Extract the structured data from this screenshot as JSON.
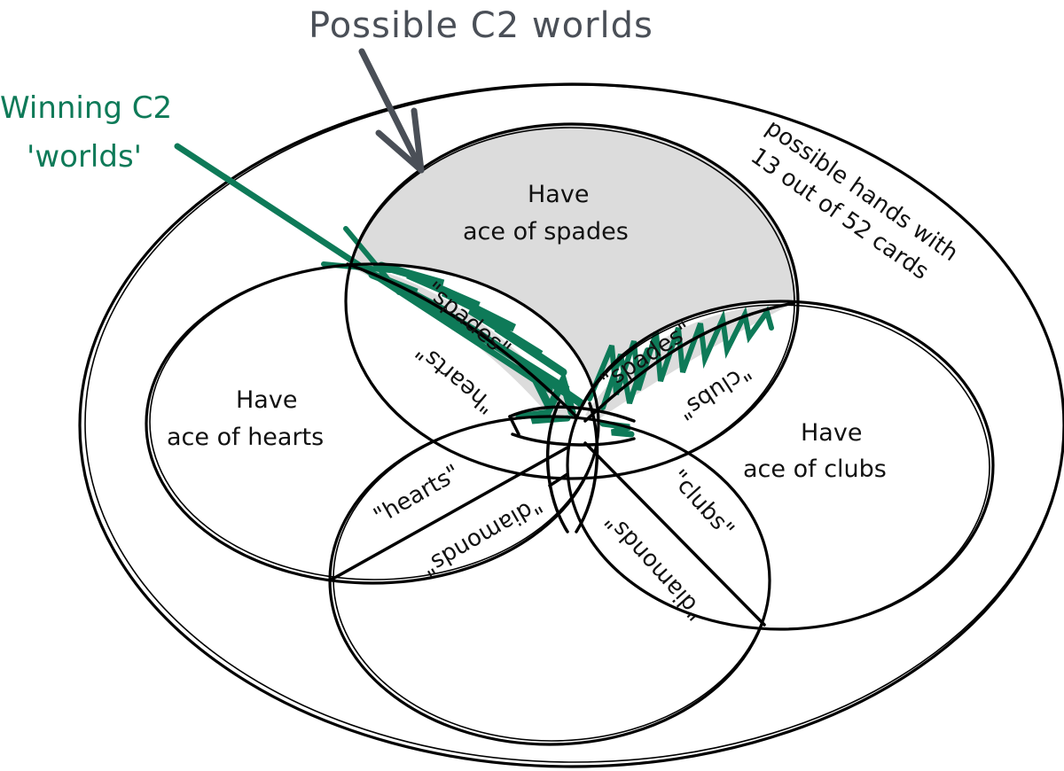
{
  "title": "Possible C2 worlds",
  "winning_label": [
    "Winning C2",
    "'worlds'"
  ],
  "outer_label": [
    "possible hands with",
    "13 out of 52 cards"
  ],
  "sets": {
    "spades": [
      "Have",
      "ace of spades"
    ],
    "hearts": [
      "Have",
      "ace of hearts"
    ],
    "clubs": [
      "Have",
      "ace of clubs"
    ]
  },
  "lens_labels": {
    "spades_hearts_a": "\"spades\"",
    "spades_hearts_b": "\"hearts\"",
    "spades_clubs_a": "\"spades\"",
    "spades_clubs_b": "\"clubs\"",
    "hearts_diamonds_a": "\"hearts\"",
    "hearts_diamonds_b": "\"diamonds\"",
    "clubs_diamonds_a": "\"clubs\"",
    "clubs_diamonds_b": "\"diamonds\""
  },
  "colors": {
    "title_gray": "#4a4f57",
    "winning_green": "#0e7a58",
    "spades_fill": "#dcdcdc",
    "ink": "#000000"
  }
}
